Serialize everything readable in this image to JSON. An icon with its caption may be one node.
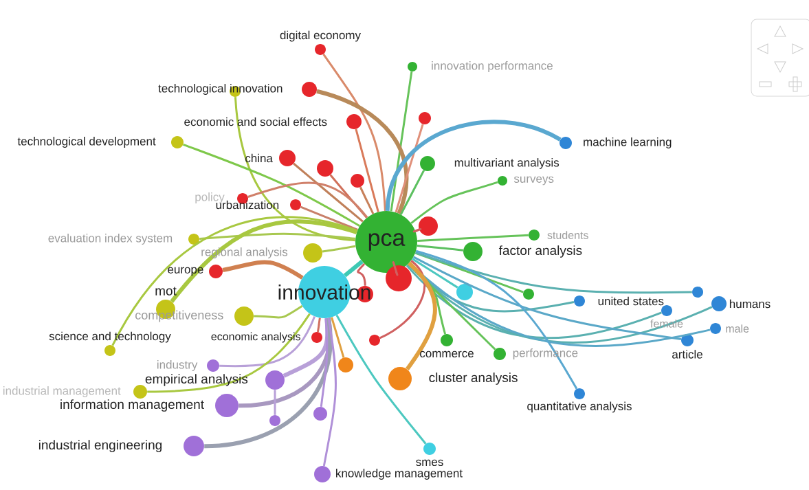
{
  "diagram": {
    "nodes": [
      {
        "text": [
          "pca"
        ]
      },
      {
        "text": [
          "innovation"
        ]
      },
      {
        "text": [
          "digital economy"
        ]
      },
      {
        "text": [
          "innovation performance"
        ]
      },
      {
        "text": [
          "technological innovation"
        ]
      },
      {
        "text": [],
        "shape": "circle"
      },
      {
        "text": [
          "economic and social effects"
        ]
      },
      {
        "text": [],
        "shape": "circle"
      },
      {
        "text": [
          "technological development"
        ]
      },
      {
        "text": [
          "china"
        ]
      },
      {
        "text": [],
        "shape": "circle"
      },
      {
        "text": [],
        "shape": "circle"
      },
      {
        "text": [
          "multivariant analysis"
        ]
      },
      {
        "text": [
          "machine learning"
        ]
      },
      {
        "text": [
          "surveys"
        ]
      },
      {
        "text": [],
        "shape": "circle"
      },
      {
        "text": [
          "urbanization"
        ]
      },
      {
        "text": [
          "evaluation index system"
        ]
      },
      {
        "text": [
          "regional analysis"
        ]
      },
      {
        "text": [],
        "shape": "circle"
      },
      {
        "text": [
          "factor analysis"
        ]
      },
      {
        "text": [
          "students"
        ]
      },
      {
        "text": [
          "europe"
        ]
      },
      {
        "text": [],
        "shape": "circle"
      },
      {
        "text": [],
        "shape": "circle"
      },
      {
        "text": [],
        "shape": "circle"
      },
      {
        "text": [],
        "shape": "circle"
      },
      {
        "text": [
          "united states"
        ]
      },
      {
        "text": [
          "mot"
        ]
      },
      {
        "text": [
          "competitiveness"
        ]
      },
      {
        "text": [],
        "shape": "circle"
      },
      {
        "text": [
          "humans"
        ]
      },
      {
        "text": [
          "female"
        ]
      },
      {
        "text": [
          "male"
        ]
      },
      {
        "text": [
          "article"
        ]
      },
      {
        "text": [
          "economic analysis"
        ]
      },
      {
        "text": [],
        "shape": "circle"
      },
      {
        "text": [
          "commerce"
        ]
      },
      {
        "text": [
          "performance"
        ]
      },
      {
        "text": [
          "science and technology"
        ]
      },
      {
        "text": [
          "industry"
        ]
      },
      {
        "text": [],
        "shape": "circle"
      },
      {
        "text": [
          "empirical analysis"
        ]
      },
      {
        "text": [
          "cluster analysis"
        ]
      },
      {
        "text": [
          "industrial management"
        ]
      },
      {
        "text": [
          "quantitative analysis"
        ]
      },
      {
        "text": [
          "information management"
        ]
      },
      {
        "text": [],
        "shape": "circle"
      },
      {
        "text": [],
        "shape": "circle"
      },
      {
        "text": [
          "industrial engineering"
        ]
      },
      {
        "text": [
          "smes"
        ]
      },
      {
        "text": [
          "knowledge management"
        ]
      }
    ],
    "edges": [
      {
        "from": 0,
        "to": 1,
        "arrow": "none",
        "style": "thick",
        "color": "#3ec9b4"
      },
      {
        "from": 0,
        "to": 2,
        "arrow": "none",
        "color": "#d98a6a"
      },
      {
        "from": 0,
        "to": 3,
        "arrow": "none",
        "color": "#66c35a"
      },
      {
        "from": 0,
        "to": 4,
        "arrow": "none",
        "style": "thick",
        "color": "#b88a5a"
      },
      {
        "from": 0,
        "to": 5,
        "arrow": "none",
        "color": "#a8c840"
      },
      {
        "from": 0,
        "to": 6,
        "arrow": "none",
        "color": "#d97a5a"
      },
      {
        "from": 0,
        "to": 7,
        "arrow": "none",
        "color": "#e0907a"
      },
      {
        "from": 0,
        "to": 8,
        "arrow": "none",
        "color": "#7ec84a"
      },
      {
        "from": 0,
        "to": 9,
        "arrow": "none",
        "color": "#c0805a"
      },
      {
        "from": 0,
        "to": 10,
        "arrow": "none",
        "color": "#d0705a"
      },
      {
        "from": 0,
        "to": 11,
        "arrow": "none",
        "color": "#c8805a"
      },
      {
        "from": 0,
        "to": 12,
        "arrow": "none",
        "color": "#5cc060"
      },
      {
        "from": 0,
        "to": 13,
        "arrow": "none",
        "style": "thick",
        "color": "#5aa8d0"
      },
      {
        "from": 0,
        "to": 14,
        "arrow": "none",
        "color": "#66c35a"
      },
      {
        "from": 0,
        "to": 15,
        "arrow": "none",
        "color": "#d0806a"
      },
      {
        "from": 0,
        "to": 16,
        "arrow": "none",
        "color": "#c8806a"
      },
      {
        "from": 0,
        "to": 17,
        "arrow": "none",
        "color": "#a8c850"
      },
      {
        "from": 0,
        "to": 18,
        "arrow": "none",
        "color": "#a8c850"
      },
      {
        "from": 0,
        "to": 19,
        "arrow": "none",
        "color": "#d06060"
      },
      {
        "from": 0,
        "to": 20,
        "arrow": "none",
        "color": "#5cc060"
      },
      {
        "from": 0,
        "to": 21,
        "arrow": "none",
        "color": "#66c35a"
      },
      {
        "from": 1,
        "to": 22,
        "arrow": "none",
        "style": "thick",
        "color": "#d08050"
      },
      {
        "from": 0,
        "to": 23,
        "arrow": "none",
        "color": "#d06060"
      },
      {
        "from": 0,
        "to": 25,
        "arrow": "none",
        "color": "#4cc8c0"
      },
      {
        "from": 0,
        "to": 26,
        "arrow": "none",
        "color": "#66c35a"
      },
      {
        "from": 0,
        "to": 27,
        "arrow": "none",
        "color": "#5ab0b0"
      },
      {
        "from": 0,
        "to": 28,
        "arrow": "none",
        "style": "thick",
        "color": "#a8c840"
      },
      {
        "from": 0,
        "to": 30,
        "arrow": "none",
        "color": "#5ab0b0"
      },
      {
        "from": 0,
        "to": 31,
        "arrow": "none",
        "color": "#5ab0b0"
      },
      {
        "from": 0,
        "to": 32,
        "arrow": "none",
        "color": "#5ab0b0"
      },
      {
        "from": 0,
        "to": 33,
        "arrow": "none",
        "color": "#5aa8c8"
      },
      {
        "from": 0,
        "to": 34,
        "arrow": "none",
        "color": "#5aa8c8"
      },
      {
        "from": 0,
        "to": 36,
        "arrow": "none",
        "color": "#d06060"
      },
      {
        "from": 0,
        "to": 37,
        "arrow": "none",
        "color": "#66c35a"
      },
      {
        "from": 0,
        "to": 38,
        "arrow": "none",
        "color": "#66c35a"
      },
      {
        "from": 0,
        "to": 39,
        "arrow": "none",
        "color": "#a8c840"
      },
      {
        "from": 0,
        "to": 43,
        "arrow": "none",
        "style": "thick",
        "color": "#e0a040"
      },
      {
        "from": 0,
        "to": 45,
        "arrow": "none",
        "color": "#5aa8d0"
      },
      {
        "from": 0,
        "to": 24,
        "arrow": "none",
        "color": "#d06060"
      },
      {
        "from": 1,
        "to": 29,
        "arrow": "none",
        "color": "#a8c850"
      },
      {
        "from": 1,
        "to": 35,
        "arrow": "none",
        "color": "#d07060"
      },
      {
        "from": 1,
        "to": 41,
        "arrow": "none",
        "color": "#e0a040"
      },
      {
        "from": 1,
        "to": 42,
        "arrow": "none",
        "style": "thick",
        "color": "#b8a0d8"
      },
      {
        "from": 1,
        "to": 46,
        "arrow": "none",
        "style": "thick",
        "color": "#a898c0"
      },
      {
        "from": 1,
        "to": 49,
        "arrow": "none",
        "style": "thick",
        "color": "#9aa0b0"
      },
      {
        "from": 1,
        "to": 50,
        "arrow": "none",
        "color": "#4cc8c0"
      },
      {
        "from": 1,
        "to": 51,
        "arrow": "none",
        "color": "#b090d8"
      },
      {
        "from": 1,
        "to": 48,
        "arrow": "none",
        "color": "#b090d8"
      },
      {
        "from": 1,
        "to": 40,
        "arrow": "none",
        "color": "#b8a0d8"
      },
      {
        "from": 1,
        "to": 44,
        "arrow": "none",
        "color": "#a8c840"
      },
      {
        "from": 42,
        "to": 47,
        "arrow": "none",
        "color": "#b8a0d8"
      }
    ],
    "labels": [
      "policy"
    ]
  }
}
